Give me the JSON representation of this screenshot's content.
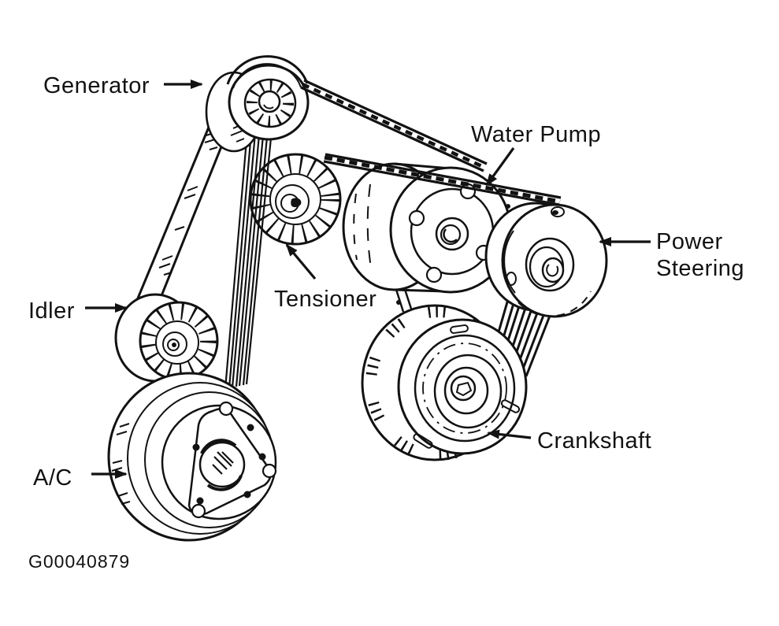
{
  "colors": {
    "ink": "#121212",
    "background": "#ffffff"
  },
  "figure_id": "G00040879",
  "labels": {
    "generator": "Generator",
    "water_pump": "Water Pump",
    "power_steering_line1": "Power",
    "power_steering_line2": "Steering",
    "tensioner": "Tensioner",
    "idler": "Idler",
    "ac": "A/C",
    "crankshaft": "Crankshaft"
  }
}
